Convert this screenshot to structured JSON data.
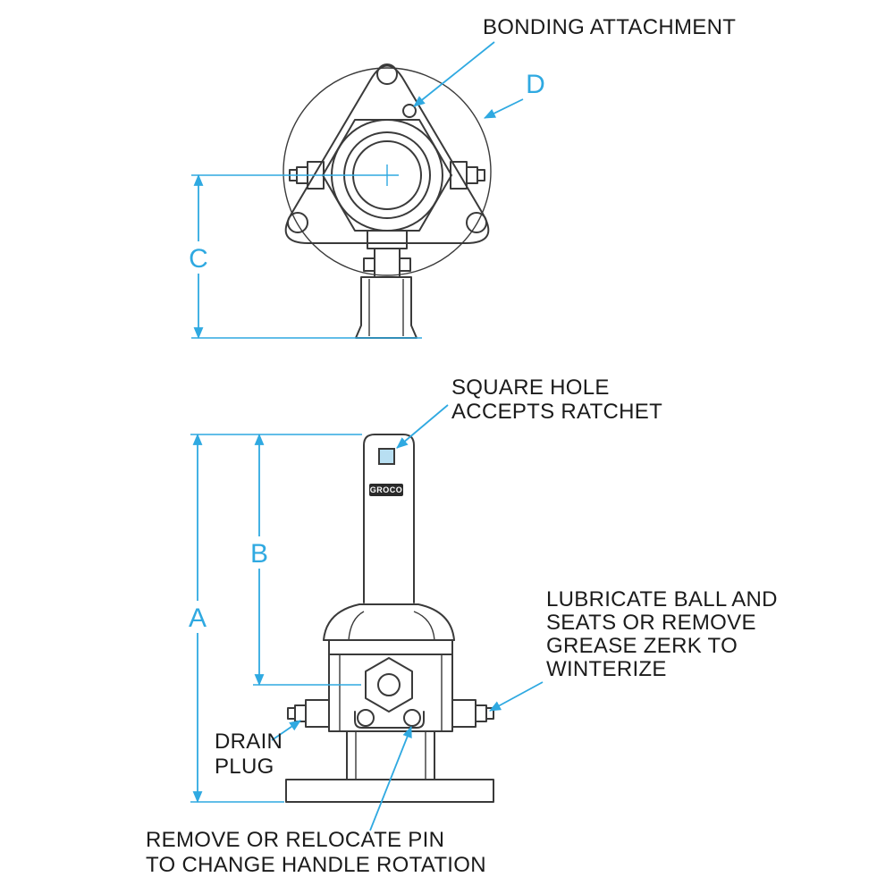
{
  "colors": {
    "line": "#3a3a3a",
    "dimension_accent": "#2fa9e1",
    "text": "#1b1b1b",
    "square_hole_fill": "#b8dff2",
    "background": "#ffffff"
  },
  "callouts": {
    "bonding": "BONDING ATTACHMENT",
    "square_hole_line1": "SQUARE HOLE",
    "square_hole_line2": "ACCEPTS RATCHET",
    "lubricate_line1": "LUBRICATE BALL AND",
    "lubricate_line2": "SEATS OR REMOVE",
    "lubricate_line3": "GREASE ZERK TO",
    "lubricate_line4": "WINTERIZE",
    "drain_line1": "DRAIN",
    "drain_line2": "PLUG",
    "pin_line1": "REMOVE OR RELOCATE PIN",
    "pin_line2": "TO CHANGE HANDLE ROTATION"
  },
  "dimensions": {
    "a": "A",
    "b": "B",
    "c": "C",
    "d": "D"
  },
  "brand": "GROCO"
}
